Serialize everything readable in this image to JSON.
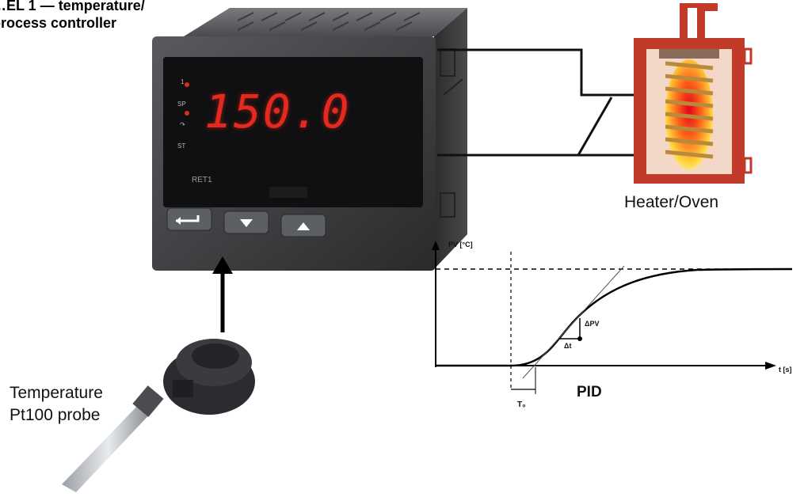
{
  "title": {
    "line1": "…EL 1 — temperature/",
    "line2": "process controller"
  },
  "controller": {
    "display_value": "150.0",
    "indicator_1": "1",
    "indicator_sp": "SP",
    "indicator_arrow": "↷",
    "indicator_st": "ST",
    "model_label": "RET1",
    "buttons": [
      "enter-button",
      "down-button",
      "up-button"
    ],
    "display_color": "#e42a1e"
  },
  "labels": {
    "heater": "Heater/Oven",
    "probe_line1": "Temperature",
    "probe_line2": "Pt100 probe"
  },
  "graph": {
    "caption": "PID",
    "y_axis_label": "PV [°C]",
    "x_axis_label": "t [s]",
    "delta_pv": "ΔPV",
    "delta_t": "Δt",
    "dead_time": "T₀"
  },
  "colors": {
    "controller_body": "#3a3a3c",
    "display_red": "#e42a1e",
    "heater_frame": "#c23a2a",
    "heater_fill": "#f3d7c7"
  }
}
